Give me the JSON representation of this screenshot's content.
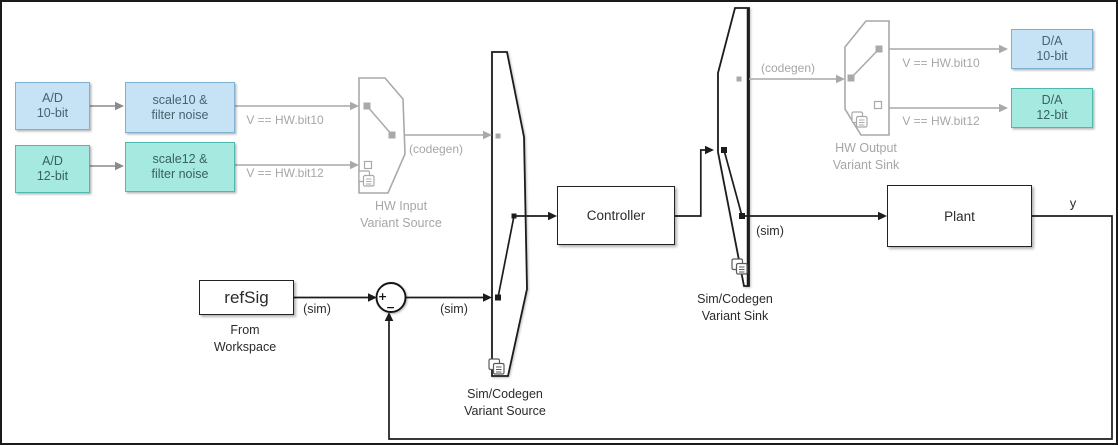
{
  "blocks": {
    "ad10": {
      "line1": "A/D",
      "line2": "10-bit"
    },
    "ad12": {
      "line1": "A/D",
      "line2": "12-bit"
    },
    "scale10": {
      "line1": "scale10 &",
      "line2": "filter noise"
    },
    "scale12": {
      "line1": "scale12 &",
      "line2": "filter noise"
    },
    "refsig": {
      "label": "refSig"
    },
    "controller": {
      "label": "Controller"
    },
    "plant": {
      "label": "Plant"
    },
    "da10": {
      "line1": "D/A",
      "line2": "10-bit"
    },
    "da12": {
      "line1": "D/A",
      "line2": "12-bit"
    }
  },
  "captions": {
    "refsig": {
      "line1": "From",
      "line2": "Workspace"
    },
    "hw_input": {
      "line1": "HW Input",
      "line2": "Variant Source"
    },
    "sc_source": {
      "line1": "Sim/Codegen",
      "line2": "Variant Source"
    },
    "sc_sink": {
      "line1": "Sim/Codegen",
      "line2": "Variant Sink"
    },
    "hw_output": {
      "line1": "HW Output",
      "line2": "Variant Sink"
    }
  },
  "signals": {
    "v_bit10_in": "V == HW.bit10",
    "v_bit12_in": "V == HW.bit12",
    "v_bit10_out": "V == HW.bit10",
    "v_bit12_out": "V == HW.bit12",
    "codegen_in": "(codegen)",
    "codegen_out": "(codegen)",
    "sim_ref": "(sim)",
    "sim_err": "(sim)",
    "sim_ctrl": "(sim)",
    "y": "y"
  },
  "sum": {
    "plus": "+",
    "minus": "−"
  },
  "colors": {
    "blue_fill": "#c6e2f5",
    "blue_border": "#7fb0d2",
    "teal_fill": "#a5e9e0",
    "teal_border": "#4fb9ae",
    "inactive_gray": "#a9a9a9",
    "mid_gray": "#8b8b8b",
    "label_gray": "#a6a6a6",
    "line_dark": "#1c1c1c"
  }
}
